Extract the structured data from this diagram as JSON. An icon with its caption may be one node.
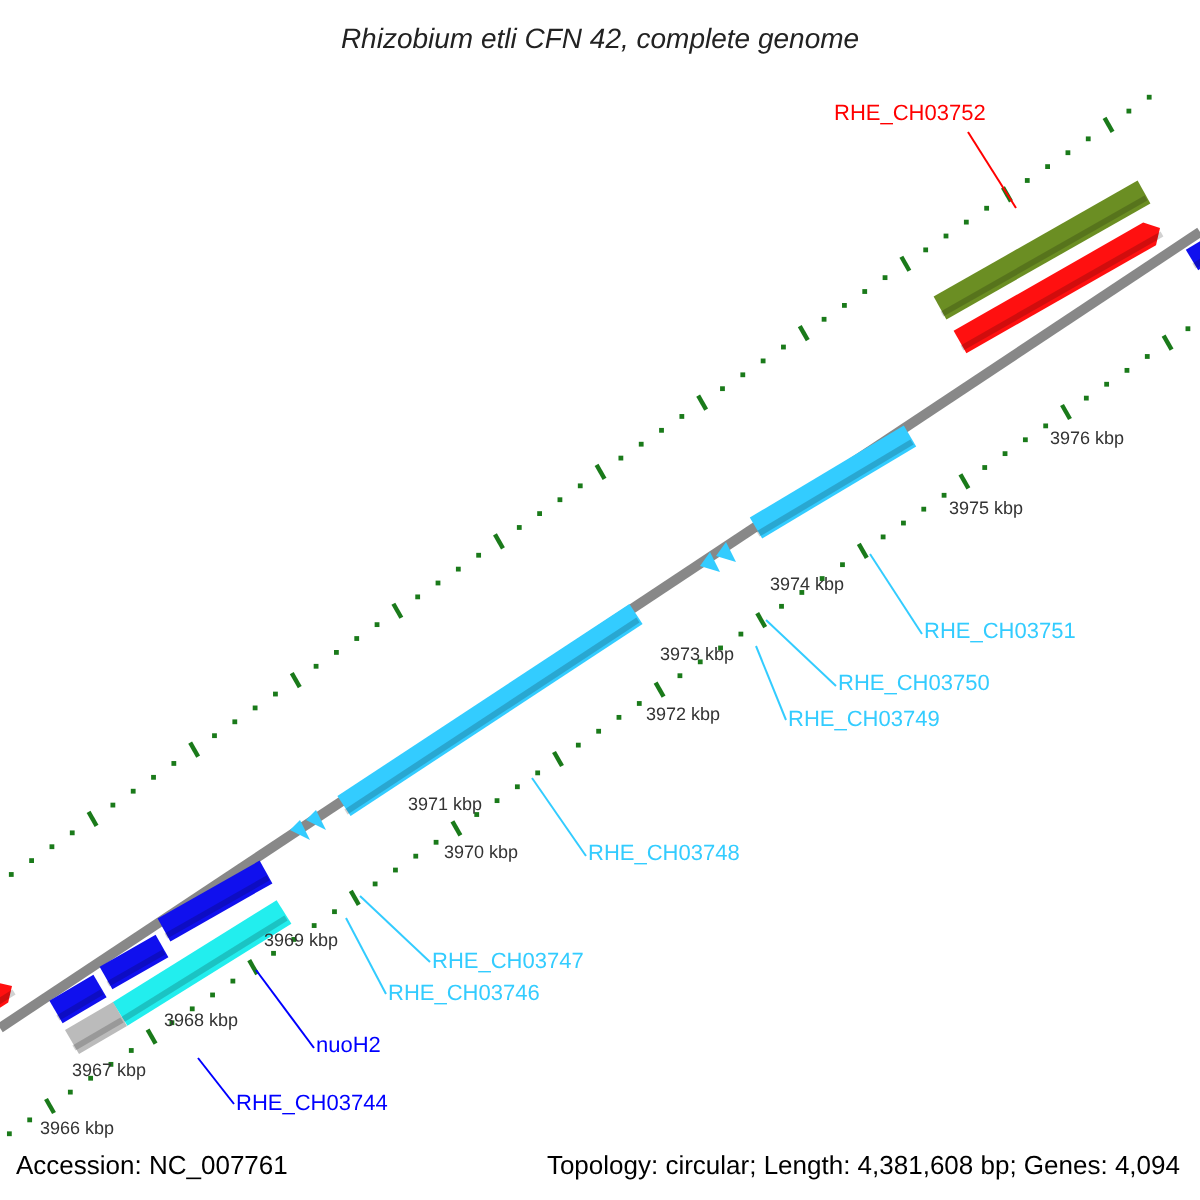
{
  "diagram": {
    "title": "Rhizobium etli CFN 42, complete genome",
    "nodes": [
      {
        "text": [
          "RHE_CH03752"
        ]
      },
      {
        "text": [
          "RHE_CH03751"
        ]
      },
      {
        "text": [
          "RHE_CH03750"
        ]
      },
      {
        "text": [
          "RHE_CH03749"
        ]
      },
      {
        "text": [
          "RHE_CH03748"
        ]
      },
      {
        "text": [
          "RHE_CH03747"
        ]
      },
      {
        "text": [
          "RHE_CH03746"
        ]
      },
      {
        "text": [
          "nuoH2"
        ]
      },
      {
        "text": [
          "RHE_CH03744"
        ]
      }
    ],
    "edges": [
      {
        "from": 0,
        "to": null,
        "arrow": "none",
        "color": "#ff0000"
      },
      {
        "from": 1,
        "to": null,
        "arrow": "none"
      },
      {
        "from": 2,
        "to": null,
        "arrow": "none"
      },
      {
        "from": 3,
        "to": null,
        "arrow": "none"
      },
      {
        "from": 4,
        "to": null,
        "arrow": "none"
      },
      {
        "from": 5,
        "to": null,
        "arrow": "none"
      },
      {
        "from": 6,
        "to": null,
        "arrow": "none"
      },
      {
        "from": 7,
        "to": null,
        "arrow": "none",
        "color": "#0000ff"
      },
      {
        "from": 8,
        "to": null,
        "arrow": "none",
        "color": "#0000ff"
      }
    ],
    "labels": [
      "3966 kbp",
      "3967 kbp",
      "3968 kbp",
      "3969 kbp",
      "3970 kbp",
      "3971 kbp",
      "3972 kbp",
      "3973 kbp",
      "3974 kbp",
      "3975 kbp",
      "3976 kbp",
      "Accession: NC_007761",
      "Topology: circular; Length: 4,381,608 bp; Genes: 4,094"
    ]
  }
}
